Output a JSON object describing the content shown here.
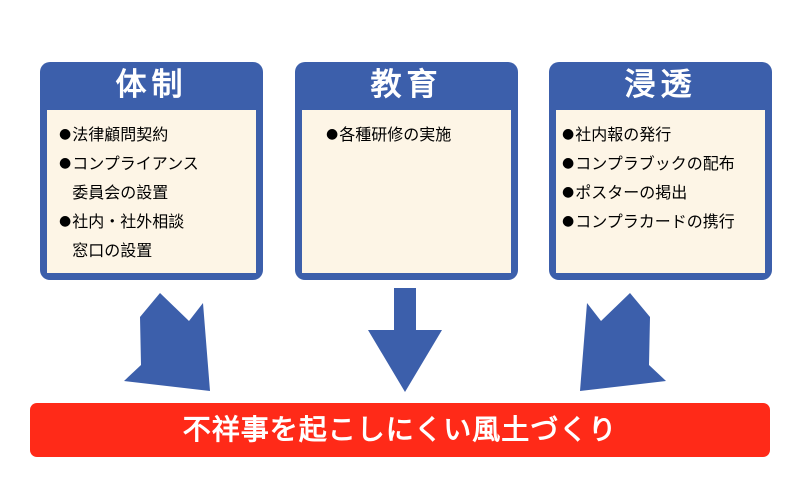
{
  "colors": {
    "pillar_frame": "#3c5fab",
    "pillar_fill": "#fdf5e6",
    "arrow": "#3c5fab",
    "goal_bar": "#ff2a18",
    "title_text": "#ffffff"
  },
  "bullet_glyph": "●",
  "pillars": [
    {
      "title": "体制",
      "items": [
        "法律顧問契約",
        "コンプライアンス\n委員会の設置",
        "社内・社外相談\n窓口の設置"
      ]
    },
    {
      "title": "教育",
      "items": [
        "各種研修の実施"
      ]
    },
    {
      "title": "浸透",
      "items": [
        "社内報の発行",
        "コンプラブックの配布",
        "ポスターの掲出",
        "コンプラカードの携行"
      ]
    }
  ],
  "goal": "不祥事を起こしにくい風土づくり"
}
